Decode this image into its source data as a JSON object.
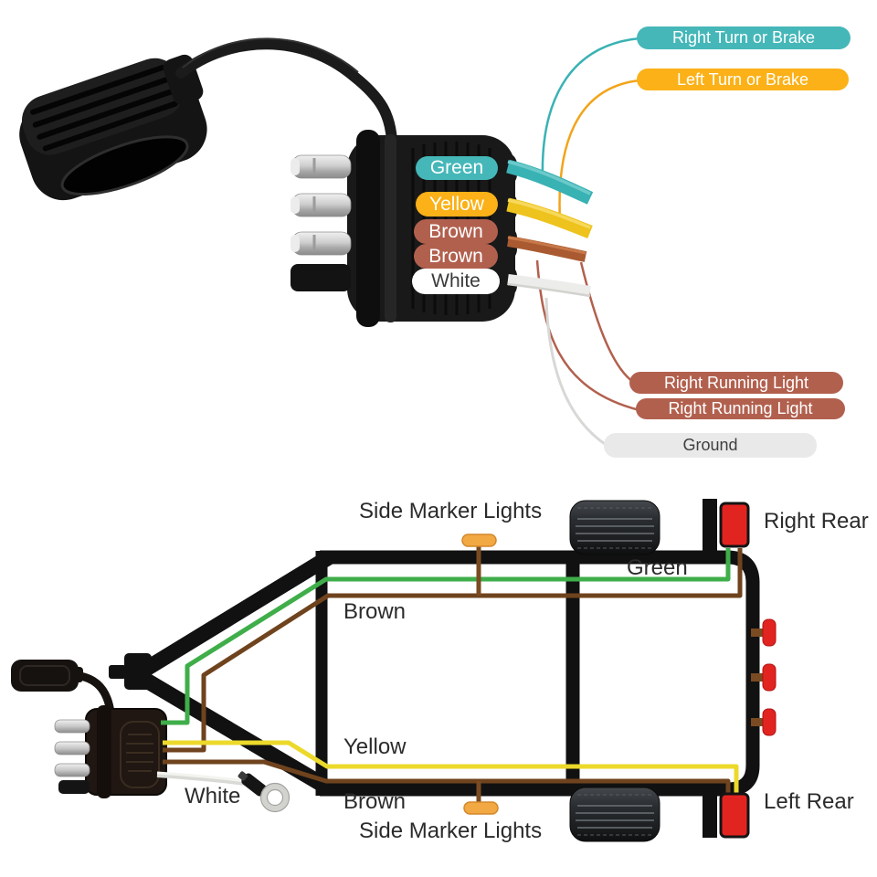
{
  "top": {
    "pin_labels": [
      {
        "label": "Green",
        "bg": "#45b7b9",
        "fg": "#ffffff"
      },
      {
        "label": "Yellow",
        "bg": "#fbb117",
        "fg": "#ffffff"
      },
      {
        "label": "Brown",
        "bg": "#b2604e",
        "fg": "#ffffff"
      },
      {
        "label": "Brown",
        "bg": "#b2604e",
        "fg": "#ffffff"
      },
      {
        "label": "White",
        "bg": "#ffffff",
        "fg": "#3a3a3a"
      }
    ],
    "function_badges": [
      {
        "label": "Right Turn or Brake",
        "bg": "#45b7b9",
        "fg": "#ffffff"
      },
      {
        "label": "Left Turn or Brake",
        "bg": "#fbb117",
        "fg": "#ffffff"
      },
      {
        "label": "Right Running Light",
        "bg": "#b2604e",
        "fg": "#ffffff"
      },
      {
        "label": "Right Running Light",
        "bg": "#b2604e",
        "fg": "#ffffff"
      },
      {
        "label": "Ground",
        "bg": "#e9e9e9",
        "fg": "#3f3f3f"
      }
    ]
  },
  "bottom": {
    "labels": {
      "side_marker_top": "Side Marker Lights",
      "side_marker_bottom": "Side Marker Lights",
      "right_rear": "Right Rear",
      "left_rear": "Left Rear",
      "green": "Green",
      "brown_top": "Brown",
      "yellow": "Yellow",
      "brown_bottom": "Brown",
      "white": "White"
    }
  },
  "colors": {
    "teal": "#45b7b9",
    "amber": "#fbb117",
    "brown_badge": "#b2604e",
    "ground_bg": "#e9e9e9",
    "wire_teal": "#39b2b4",
    "wire_yellow_thick": "#eec31d",
    "wire_rust": "#a95a31",
    "wire_white": "#ececea",
    "thin_teal": "#3ab2b4",
    "thin_orange": "#f2a41a",
    "thin_brown": "#b2604e",
    "thin_gray": "#d8d8d6",
    "wire_green": "#3fae4a",
    "wire_brown": "#6f431d",
    "wire_yellow": "#ecd92b",
    "light_red": "#e22421",
    "marker_amber": "#f2a843",
    "frame_black": "#111111"
  }
}
